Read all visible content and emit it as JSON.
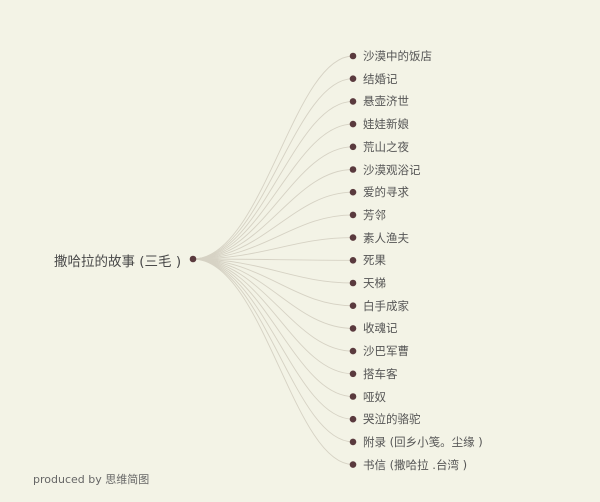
{
  "root": {
    "label": "撒哈拉的故事 (三毛 )"
  },
  "branches": [
    "沙漠中的饭店",
    "结婚记",
    "悬壶济世",
    "娃娃新娘",
    "荒山之夜",
    "沙漠观浴记",
    "爱的寻求",
    "芳邻",
    "素人渔夫",
    "死果",
    "天梯",
    "白手成家",
    "收魂记",
    "沙巴军曹",
    "搭车客",
    "哑奴",
    "哭泣的骆驼",
    "附录 (回乡小笺。尘缘 )",
    "书信 (撒哈拉 .台湾 )"
  ],
  "footer": {
    "text": "produced by 思维简图"
  },
  "colors": {
    "background": "#f3f3e6",
    "dot": "#5a3a3e",
    "connector": "#d6d2c4",
    "text": "#555555"
  }
}
